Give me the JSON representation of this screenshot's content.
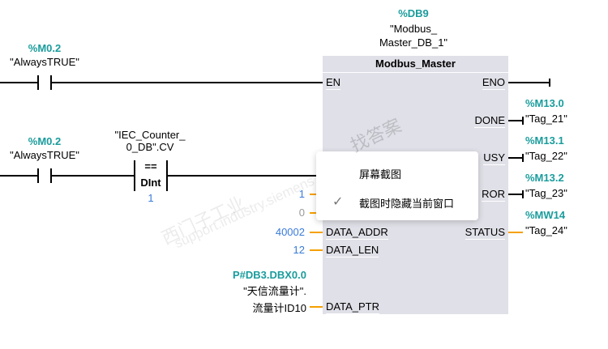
{
  "rung1": {
    "contact_addr": "%M0.2",
    "contact_tag": "\"AlwaysTRUE\""
  },
  "rung2": {
    "contact_addr": "%M0.2",
    "contact_tag": "\"AlwaysTRUE\"",
    "cmp_operand_l1": "\"IEC_Counter_",
    "cmp_operand_l2": "0_DB\".CV",
    "cmp_op": "==",
    "cmp_type": "DInt",
    "cmp_value": "1"
  },
  "block": {
    "db_addr": "%DB9",
    "db_name_l1": "\"Modbus_",
    "db_name_l2": "Master_DB_1\"",
    "title": "Modbus_Master",
    "inputs": {
      "en": "EN",
      "data_addr": "DATA_ADDR",
      "data_len": "DATA_LEN",
      "data_ptr": "DATA_PTR"
    },
    "input_values": {
      "mb_addr": "1",
      "mode": "0",
      "data_addr": "40002",
      "data_len": "12",
      "ptr_addr": "P#DB3.DBX0.0",
      "ptr_tag_l1": "\"天信流量计\".",
      "ptr_tag_l2": "流量计ID10"
    },
    "outputs": {
      "eno": "ENO",
      "done": "DONE",
      "busy": "USY",
      "error": "ROR",
      "status": "STATUS"
    },
    "output_tags": [
      {
        "addr": "%M13.0",
        "tag": "\"Tag_21\""
      },
      {
        "addr": "%M13.1",
        "tag": "\"Tag_22\""
      },
      {
        "addr": "%M13.2",
        "tag": "\"Tag_23\""
      },
      {
        "addr": "%MW14",
        "tag": "\"Tag_24\""
      }
    ]
  },
  "context_menu": {
    "items": [
      {
        "label": "屏幕截图",
        "checked": false
      },
      {
        "label": "截图时隐藏当前窗口",
        "checked": true
      }
    ]
  },
  "watermark": {
    "text1": "西门子工业",
    "text2": "support.industry.siemens.com/cs",
    "text3": "找答案"
  }
}
